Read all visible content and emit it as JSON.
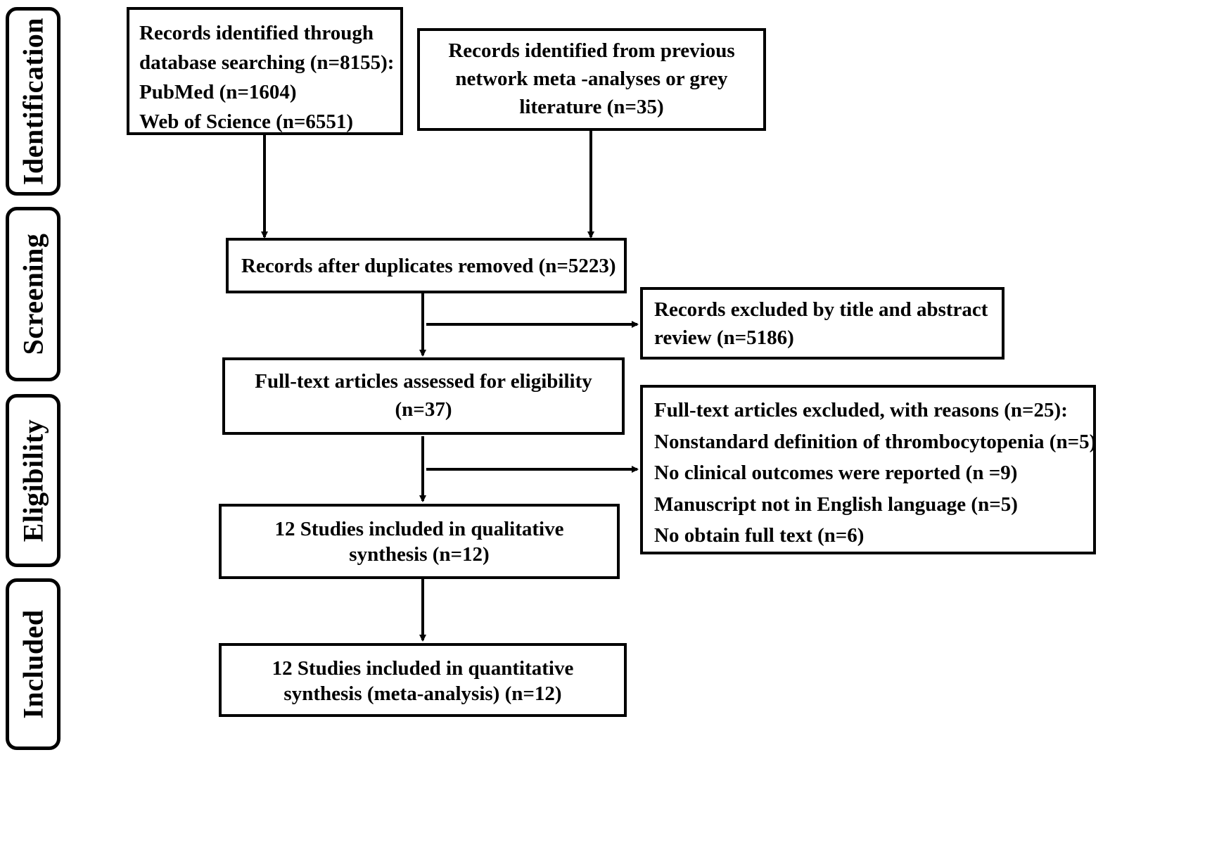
{
  "stages": [
    {
      "id": "identification",
      "label": "Identification"
    },
    {
      "id": "screening",
      "label": "Screening"
    },
    {
      "id": "eligibility",
      "label": "Eligibility"
    },
    {
      "id": "included",
      "label": "Included"
    }
  ],
  "boxes": {
    "database": [
      "Records identified through",
      "database searching (n=8155):",
      "PubMed (n=1604)",
      "Web of Science (n=6551)"
    ],
    "previous": [
      "Records identified from previous",
      "network meta -analyses or grey",
      "literature (n=35)"
    ],
    "duplicates": [
      "Records after duplicates removed (n=5223)"
    ],
    "excluded_title": [
      "Records excluded by title and abstract",
      "review (n=5186)"
    ],
    "fulltext": [
      "Full-text articles assessed for eligibility",
      "(n=37)"
    ],
    "excluded_fulltext": [
      "Full-text articles excluded, with reasons (n=25):",
      "Nonstandard definition of thrombocytopenia (n=5)",
      "No clinical outcomes were reported (n =9)",
      "Manuscript not in English language (n=5)",
      "No obtain full text (n=6)"
    ],
    "qualitative": [
      "12 Studies  included in qualitative",
      "synthesis (n=12)"
    ],
    "quantitative": [
      "12 Studies included in quantitative",
      "synthesis (meta-analysis)  (n=12)"
    ]
  }
}
